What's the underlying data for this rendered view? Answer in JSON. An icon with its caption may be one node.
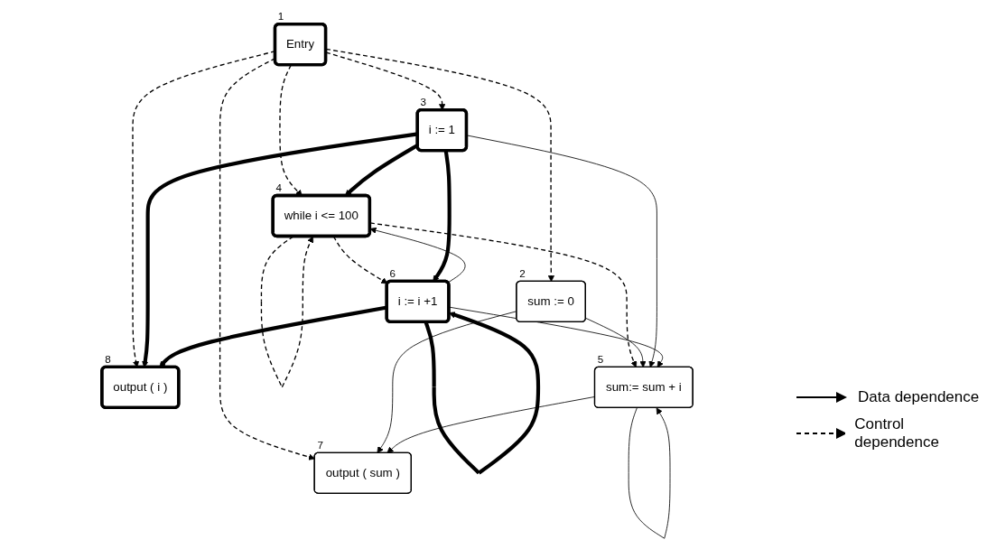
{
  "diagram": {
    "nodes": [
      {
        "text": [
          "Entry"
        ],
        "beside": [
          "1"
        ]
      },
      {
        "text": [
          "sum := 0"
        ],
        "beside": [
          "2"
        ]
      },
      {
        "text": [
          "i := 1"
        ],
        "beside": [
          "3"
        ]
      },
      {
        "text": [
          "while i <= 100"
        ],
        "beside": [
          "4"
        ]
      },
      {
        "text": [
          "output ( sum )"
        ],
        "beside": [
          "7"
        ]
      },
      {
        "text": [
          "output ( i )"
        ],
        "beside": [
          "8"
        ]
      },
      {
        "text": [
          "sum:= sum + i"
        ],
        "beside": [
          "5"
        ]
      },
      {
        "text": [
          "i := i +1"
        ],
        "beside": [
          "6"
        ]
      }
    ],
    "edges": [
      {
        "from": 0,
        "to": 1,
        "arrow": "to",
        "style": "dashed"
      },
      {
        "from": 0,
        "to": 2,
        "arrow": "to",
        "style": "dashed"
      },
      {
        "from": 0,
        "to": 3,
        "arrow": "to",
        "style": "dashed"
      },
      {
        "from": 0,
        "to": 4,
        "arrow": "to",
        "style": "dashed"
      },
      {
        "from": 0,
        "to": 5,
        "arrow": "to",
        "style": "dashed"
      },
      {
        "from": 3,
        "to": 6,
        "arrow": "to",
        "style": "dashed"
      },
      {
        "from": 3,
        "to": 7,
        "arrow": "to",
        "style": "dashed"
      },
      {
        "from": 2,
        "to": 3,
        "arrow": "to",
        "style": "thick"
      },
      {
        "from": 1,
        "to": 6,
        "arrow": "to"
      },
      {
        "from": 1,
        "to": 4,
        "arrow": "to"
      },
      {
        "from": 2,
        "to": 6,
        "arrow": "to"
      },
      {
        "from": 2,
        "to": 7,
        "arrow": "to",
        "style": "thick"
      },
      {
        "from": 2,
        "to": 5,
        "arrow": "to",
        "style": "thick"
      },
      {
        "from": 7,
        "to": 3,
        "arrow": "to"
      },
      {
        "from": 7,
        "to": 6,
        "arrow": "to"
      },
      {
        "from": 7,
        "to": 5,
        "arrow": "to",
        "style": "thick"
      },
      {
        "from": 6,
        "to": 4,
        "arrow": "to"
      },
      {
        "from": 3,
        "to": 3,
        "arrow": "to",
        "style": "dashed"
      },
      {
        "from": 7,
        "to": 7,
        "arrow": "to",
        "style": "thick"
      },
      {
        "from": 6,
        "to": 6,
        "arrow": "to"
      }
    ],
    "legend": [
      {
        "text": "Data dependence"
      },
      {
        "text": "Control dependence"
      }
    ]
  }
}
